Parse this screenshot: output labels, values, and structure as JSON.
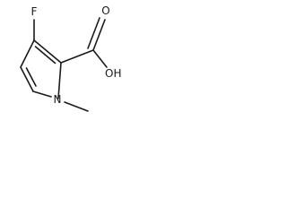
{
  "molecule": {
    "atoms": {
      "fluorine": "F",
      "carbonyl_oxygen": "O",
      "hydroxyl": "OH",
      "ring_nitrogen": "N"
    }
  }
}
